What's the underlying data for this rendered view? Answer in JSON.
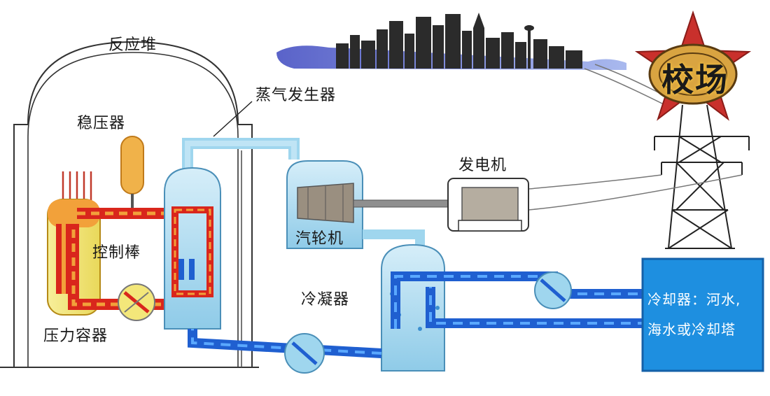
{
  "labels": {
    "reactor": "反应堆",
    "steam_generator": "蒸气发生器",
    "pressurizer": "稳压器",
    "control_rods": "控制棒",
    "pressure_vessel": "压力容器",
    "generator": "发电机",
    "turbine": "汽轮机",
    "condenser": "冷凝器",
    "cooler_line1": "冷却器：河水,",
    "cooler_line2": "海水或冷却塔"
  },
  "logo": {
    "text": "校场"
  },
  "colors": {
    "primary_loop_red": "#d9261c",
    "primary_loop_dash": "#f2a13a",
    "secondary_water": "#9fd6ee",
    "cooling_blue": "#1f5fd0",
    "cooler_box": "#1e8fe0",
    "vessel_yellow": "#f3e77a",
    "pressurizer_orange": "#f0b24a"
  },
  "icons": [
    "pump-icon",
    "turbine-icon",
    "generator-icon",
    "transmission-tower-icon",
    "city-skyline-icon",
    "red-star-logo-icon"
  ]
}
